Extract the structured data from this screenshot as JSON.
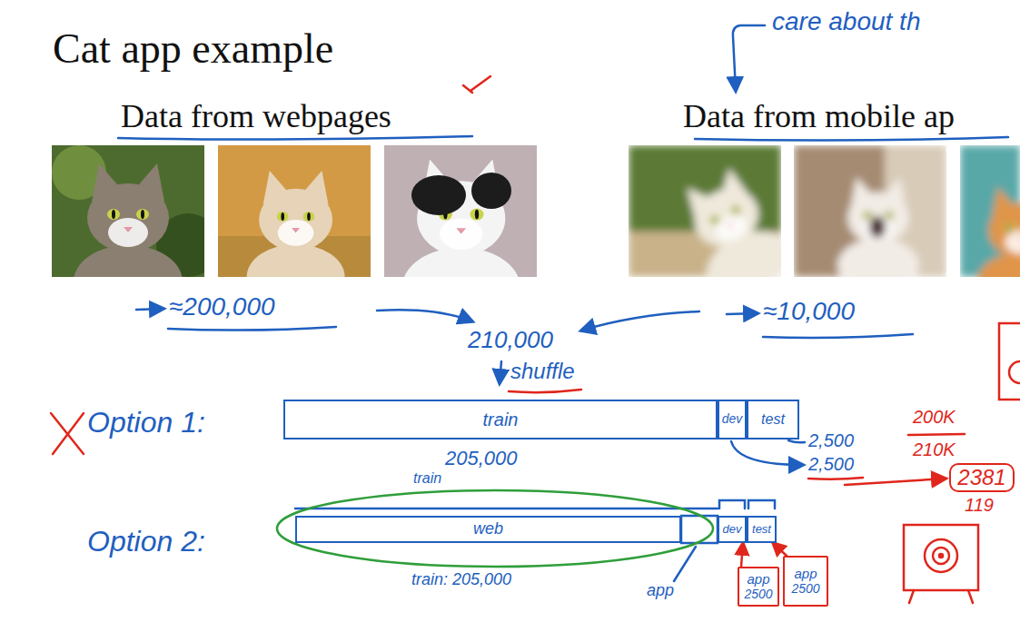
{
  "diagram": {
    "title": "Cat app example",
    "nodes": [
      {
        "text": [
          "train"
        ]
      },
      {
        "text": [
          "dev"
        ]
      },
      {
        "text": [
          "test"
        ]
      },
      {
        "text": [
          "web"
        ]
      },
      {
        "text": [
          "dev"
        ]
      },
      {
        "text": [
          "test"
        ]
      },
      {
        "text": [
          "app",
          "2500"
        ]
      },
      {
        "text": [
          "app",
          "2500"
        ]
      },
      {
        "text": [
          "2381"
        ]
      }
    ],
    "edges": [
      {
        "from": 6,
        "to": 4,
        "arrow": "to"
      },
      {
        "from": 7,
        "to": 5,
        "arrow": "to"
      }
    ],
    "labels": [
      "Data from webpages",
      "Data from mobile ap",
      "care about th",
      "≈200,000",
      "≈10,000",
      "210,000",
      "shuffle",
      "Option 1:",
      "205,000",
      "2,500",
      "2,500",
      "200K",
      "210K",
      "119",
      "Option 2:",
      "train",
      "train: 205,000",
      "app"
    ]
  }
}
